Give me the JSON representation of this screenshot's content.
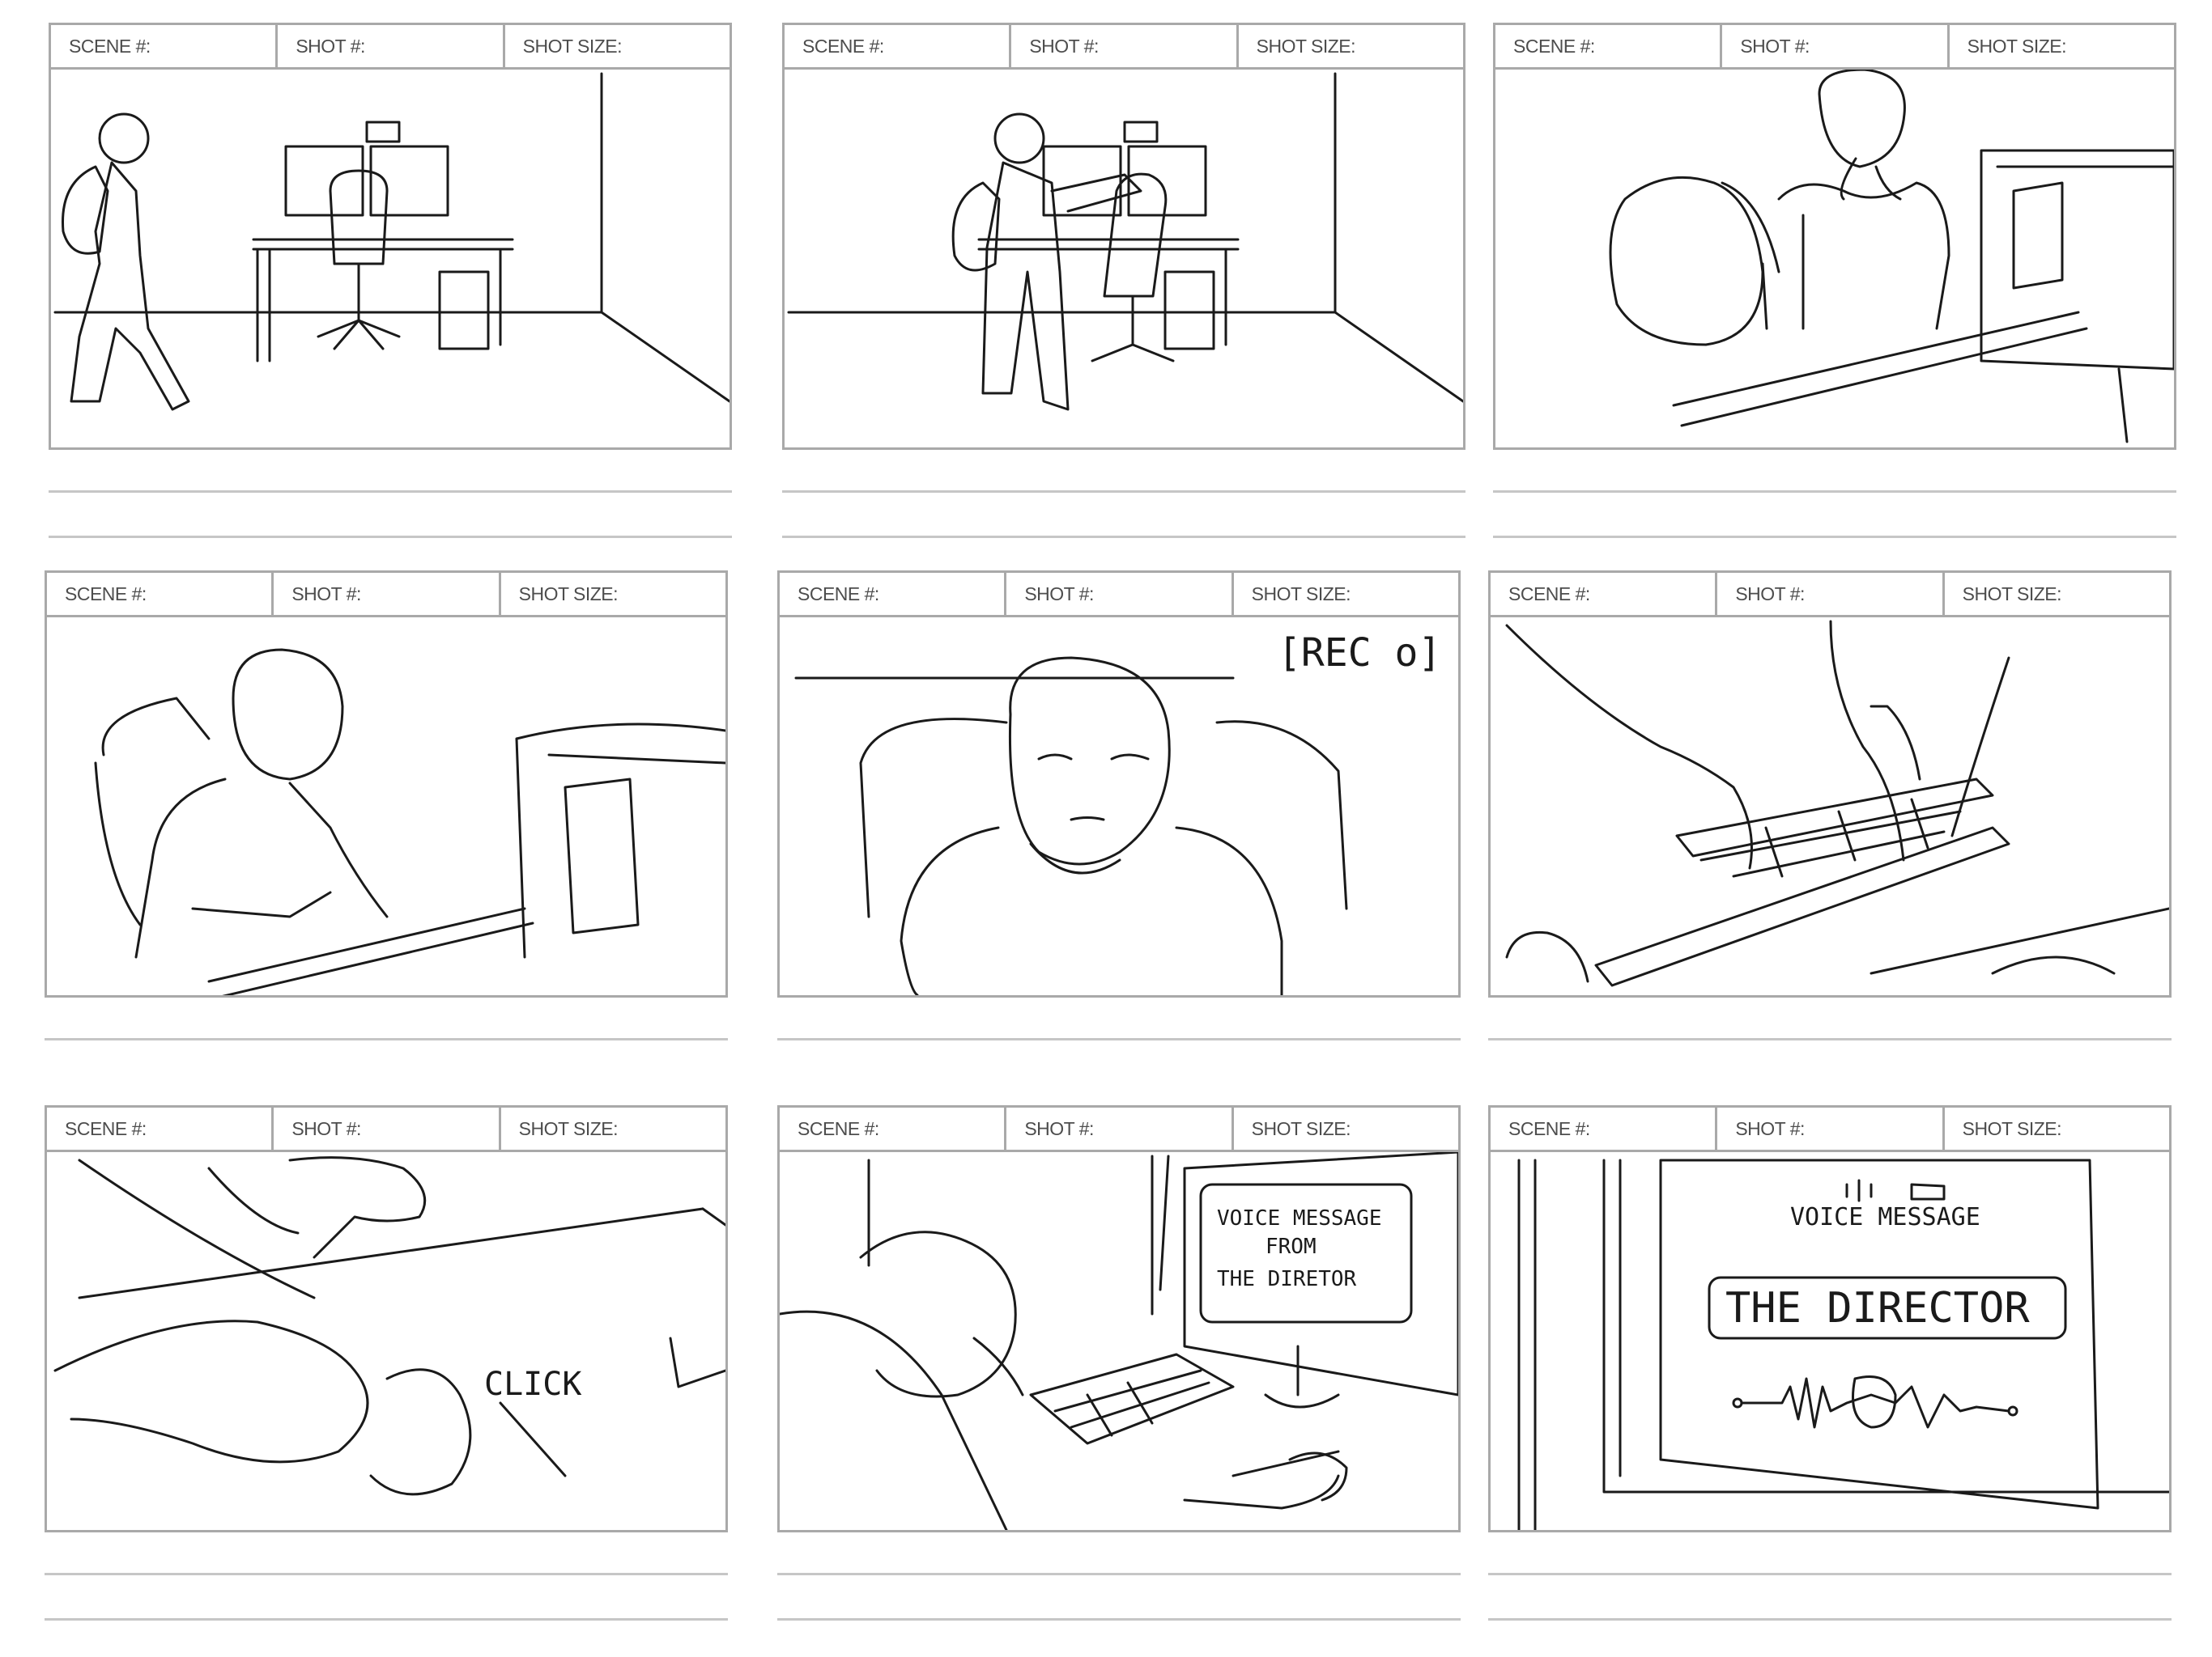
{
  "header_labels": {
    "scene": "SCENE #:",
    "shot": "SHOT #:",
    "shot_size": "SHOT SIZE:"
  },
  "panels": [
    {
      "id": 1,
      "scene": "SCENE #:",
      "shot": "SHOT #:",
      "shot_size": "SHOT SIZE:",
      "sketch_text": ""
    },
    {
      "id": 2,
      "scene": "SCENE #:",
      "shot": "SHOT #:",
      "shot_size": "SHOT SIZE:",
      "sketch_text": ""
    },
    {
      "id": 3,
      "scene": "SCENE #:",
      "shot": "SHOT #:",
      "shot_size": "SHOT SIZE:",
      "sketch_text": ""
    },
    {
      "id": 4,
      "scene": "SCENE #:",
      "shot": "SHOT #:",
      "shot_size": "SHOT SIZE:",
      "sketch_text": ""
    },
    {
      "id": 5,
      "scene": "SCENE #:",
      "shot": "SHOT #:",
      "shot_size": "SHOT SIZE:",
      "sketch_text": "[REC o]"
    },
    {
      "id": 6,
      "scene": "SCENE #:",
      "shot": "SHOT #:",
      "shot_size": "SHOT SIZE:",
      "sketch_text": ""
    },
    {
      "id": 7,
      "scene": "SCENE #:",
      "shot": "SHOT #:",
      "shot_size": "SHOT SIZE:",
      "sketch_text": "CLICK"
    },
    {
      "id": 8,
      "scene": "SCENE #:",
      "shot": "SHOT #:",
      "shot_size": "SHOT SIZE:",
      "sketch_text": "VOICE MESSAGE FROM THE DIRETOR",
      "sketch_lines": [
        "VOICE MESSAGE",
        "FROM",
        "THE DIRETOR"
      ]
    },
    {
      "id": 9,
      "scene": "SCENE #:",
      "shot": "SHOT #:",
      "shot_size": "SHOT SIZE:",
      "sketch_text": "VOICE MESSAGE THE DIRECTOR",
      "sketch_lines": [
        "VOICE MESSAGE",
        "THE DIRECTOR"
      ]
    }
  ]
}
